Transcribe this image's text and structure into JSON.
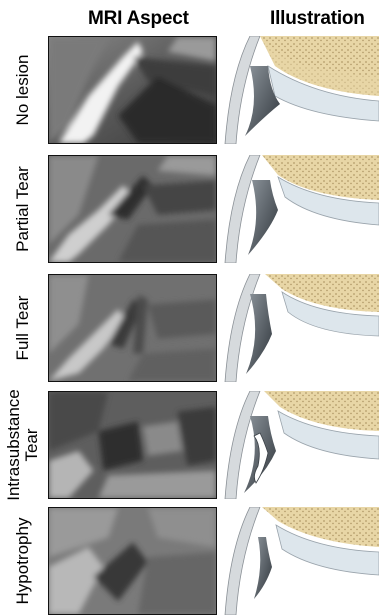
{
  "headers": {
    "mri": "MRI Aspect",
    "illustration": "Illustration"
  },
  "rows": [
    {
      "label": [
        "No lesion"
      ],
      "type": "none"
    },
    {
      "label": [
        "Partial Tear"
      ],
      "type": "partial"
    },
    {
      "label": [
        "Full Tear"
      ],
      "type": "full"
    },
    {
      "label": [
        "Intrasubstance",
        "Tear"
      ],
      "type": "intra"
    },
    {
      "label": [
        "Hypotrophy"
      ],
      "type": "hypo"
    }
  ],
  "colors": {
    "bone": "#e8d6a6",
    "bone_dots": "#b39c6a",
    "cartilage": "#dde6ec",
    "labrum_dark": "#4f565d",
    "capsule": "#d6dadd"
  }
}
